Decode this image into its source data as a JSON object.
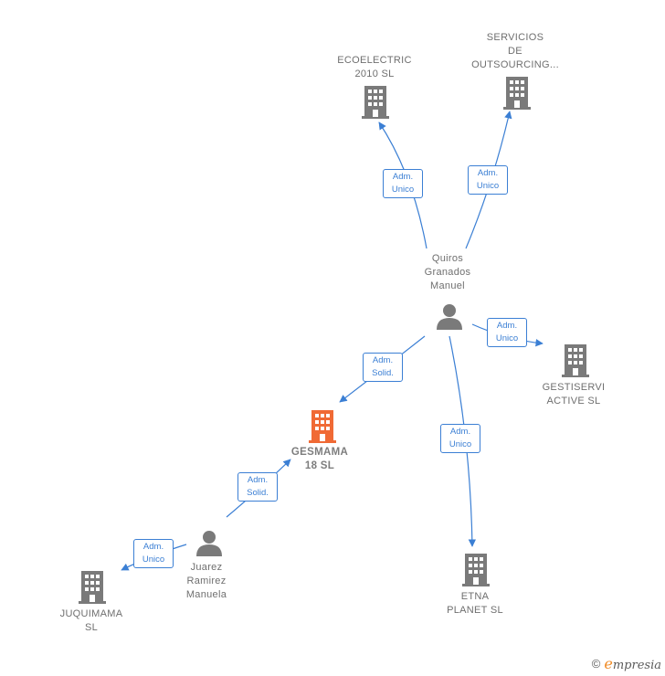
{
  "colors": {
    "edge": "#3b7fd4",
    "company": "#7a7a7a",
    "focus": "#f06a35",
    "person": "#7a7a7a"
  },
  "nodes": {
    "ecoelectric": [
      "ECOELECTRIC",
      "2010 SL"
    ],
    "servicios": [
      "SERVICIOS",
      "DE",
      "OUTSOURCING..."
    ],
    "quiros": [
      "Quiros",
      "Granados",
      "Manuel"
    ],
    "gestiservi": [
      "GESTISERVI",
      "ACTIVE  SL"
    ],
    "gesmama": [
      "GESMAMA",
      "18  SL"
    ],
    "etna": [
      "ETNA",
      "PLANET SL"
    ],
    "juarez": [
      "Juarez",
      "Ramirez",
      "Manuela"
    ],
    "juquimama": [
      "JUQUIMAMA",
      "SL"
    ]
  },
  "edges": {
    "e1": [
      "Adm.",
      "Unico"
    ],
    "e2": [
      "Adm.",
      "Unico"
    ],
    "e3": [
      "Adm.",
      "Unico"
    ],
    "e4": [
      "Adm.",
      "Solid."
    ],
    "e5": [
      "Adm.",
      "Unico"
    ],
    "e6": [
      "Adm.",
      "Solid."
    ],
    "e7": [
      "Adm.",
      "Unico"
    ]
  },
  "footer": {
    "copyright": "©",
    "brand_e": "e",
    "brand_rest": "mpresia"
  }
}
